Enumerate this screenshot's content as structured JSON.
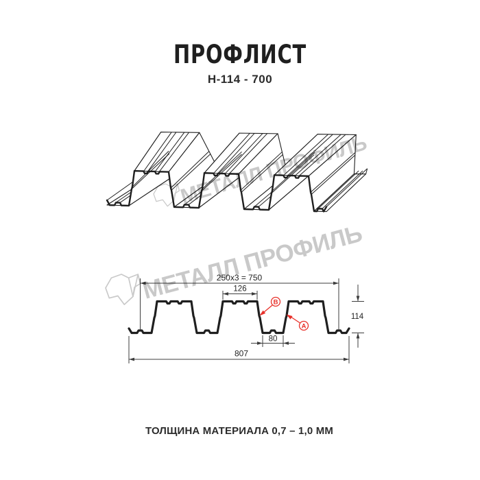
{
  "header": {
    "title": "ПРОФЛИСТ",
    "subtitle": "Н-114 - 700"
  },
  "footer": {
    "note": "ТОЛЩИНА МАТЕРИАЛА 0,7 – 1,0 ММ"
  },
  "watermark": {
    "text": "МЕТАЛЛ ПРОФИЛЬ"
  },
  "drawing": {
    "dimensions": {
      "pitch_total": "250x3 = 750",
      "crest_width": "126",
      "valley_width": "80",
      "cover_width": "807",
      "height": "114"
    },
    "labels": {
      "point_a": "А",
      "point_b": "В"
    },
    "colors": {
      "line": "#1f1f1f",
      "accent": "#e8312a",
      "watermark": "#c9c9c9"
    }
  }
}
